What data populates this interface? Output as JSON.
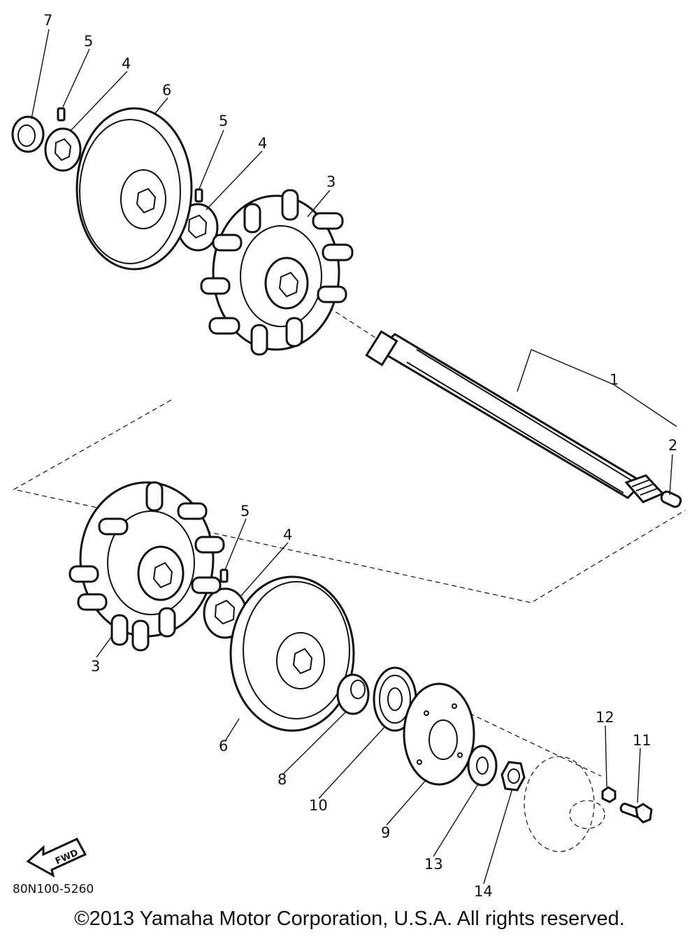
{
  "callouts": [
    "1",
    "2",
    "3",
    "3",
    "4",
    "4",
    "4",
    "5",
    "5",
    "5",
    "6",
    "6",
    "7",
    "8",
    "9",
    "10",
    "11",
    "12",
    "13",
    "14"
  ],
  "arrow_label": "FWD",
  "diagram_code": "80N100-5260",
  "copyright": "©2013 Yamaha Motor Corporation, U.S.A. All rights reserved."
}
